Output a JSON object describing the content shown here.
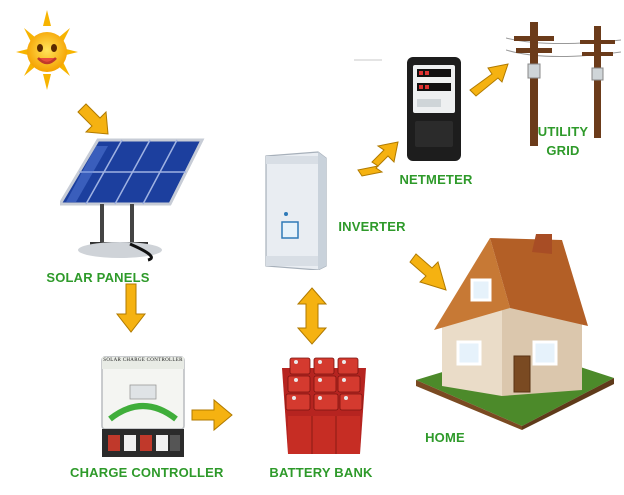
{
  "labels": {
    "solar_panels": "SOLAR PANELS",
    "charge_controller": "CHARGE CONTROLLER",
    "battery_bank": "BATTERY BANK",
    "inverter": "INVERTER",
    "netmeter": "NETMETER",
    "utility_line1": "UTILITY",
    "utility_line2": "GRID",
    "home": "HOME"
  },
  "device_text": {
    "controller_title": "SOLAR CHARGE CONTROLLER"
  },
  "colors": {
    "label_green": "#2e9a2a",
    "arrow_orange": "#f5b211",
    "arrow_stroke": "#b07a00"
  }
}
